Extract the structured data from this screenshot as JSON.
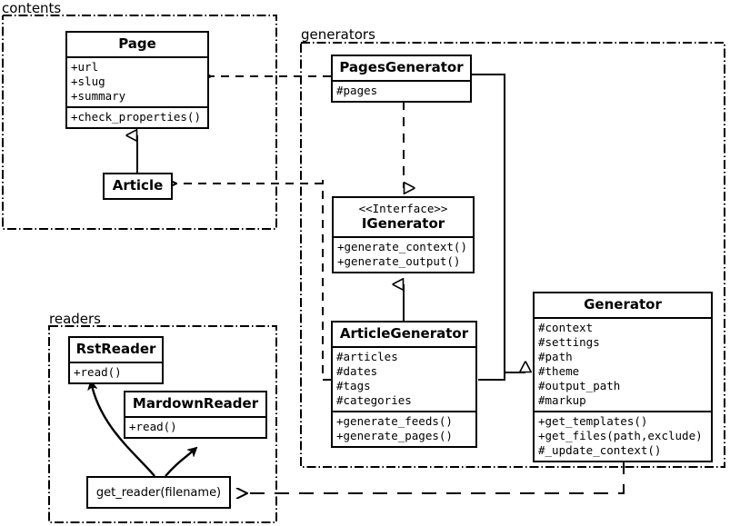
{
  "diagram": {
    "title": "UML class diagram",
    "stroke_color": "#000000",
    "background_color": "#ffffff"
  },
  "packages": [
    {
      "id": "contents",
      "label": "contents"
    },
    {
      "id": "generators",
      "label": "generators"
    },
    {
      "id": "readers",
      "label": "readers"
    }
  ],
  "classes": {
    "page": {
      "name": "Page",
      "attributes": [
        "+url",
        "+slug",
        "+summary"
      ],
      "methods": [
        "+check_properties()"
      ]
    },
    "article": {
      "name": "Article",
      "attributes": [],
      "methods": []
    },
    "pages_generator": {
      "name": "PagesGenerator",
      "attributes": [
        "#pages"
      ],
      "methods": []
    },
    "igenerator": {
      "stereotype": "<<Interface>>",
      "name": "IGenerator",
      "attributes": [],
      "methods": [
        "+generate_context()",
        "+generate_output()"
      ]
    },
    "article_generator": {
      "name": "ArticleGenerator",
      "attributes": [
        "#articles",
        "#dates",
        "#tags",
        "#categories"
      ],
      "methods": [
        "+generate_feeds()",
        "+generate_pages()"
      ]
    },
    "generator": {
      "name": "Generator",
      "attributes": [
        "#context",
        "#settings",
        "#path",
        "#theme",
        "#output_path",
        "#markup"
      ],
      "methods": [
        "+get_templates()",
        "+get_files(path,exclude)",
        "#_update_context()"
      ]
    },
    "rst_reader": {
      "name": "RstReader",
      "attributes": [],
      "methods": [
        "+read()"
      ]
    },
    "mardown_reader": {
      "name": "MardownReader",
      "attributes": [],
      "methods": [
        "+read()"
      ]
    },
    "get_reader": {
      "name": "get_reader(filename)"
    }
  },
  "relations": [
    {
      "id": "article-inherits-page",
      "from": "article",
      "to": "page",
      "type": "generalization"
    },
    {
      "id": "pagesgenerator-depends-page",
      "from": "pages_generator",
      "to": "page",
      "type": "dependency"
    },
    {
      "id": "articlegenerator-depends-article",
      "from": "article_generator",
      "to": "article",
      "type": "dependency"
    },
    {
      "id": "pagesgenerator-realizes-igenerator",
      "from": "pages_generator",
      "to": "igenerator",
      "type": "realization"
    },
    {
      "id": "articlegenerator-inherits-igenerator",
      "from": "article_generator",
      "to": "igenerator",
      "type": "generalization"
    },
    {
      "id": "pagesgenerator-inherits-generator",
      "from": "pages_generator",
      "to": "generator",
      "type": "generalization"
    },
    {
      "id": "articlegenerator-inherits-generator",
      "from": "article_generator",
      "to": "generator",
      "type": "generalization"
    },
    {
      "id": "generator-depends-get-reader",
      "from": "generator",
      "to": "get_reader",
      "type": "dependency"
    },
    {
      "id": "get-reader-creates-rstreader",
      "from": "get_reader",
      "to": "rst_reader",
      "type": "creates"
    },
    {
      "id": "get-reader-creates-mardownreader",
      "from": "get_reader",
      "to": "mardown_reader",
      "type": "creates"
    }
  ]
}
